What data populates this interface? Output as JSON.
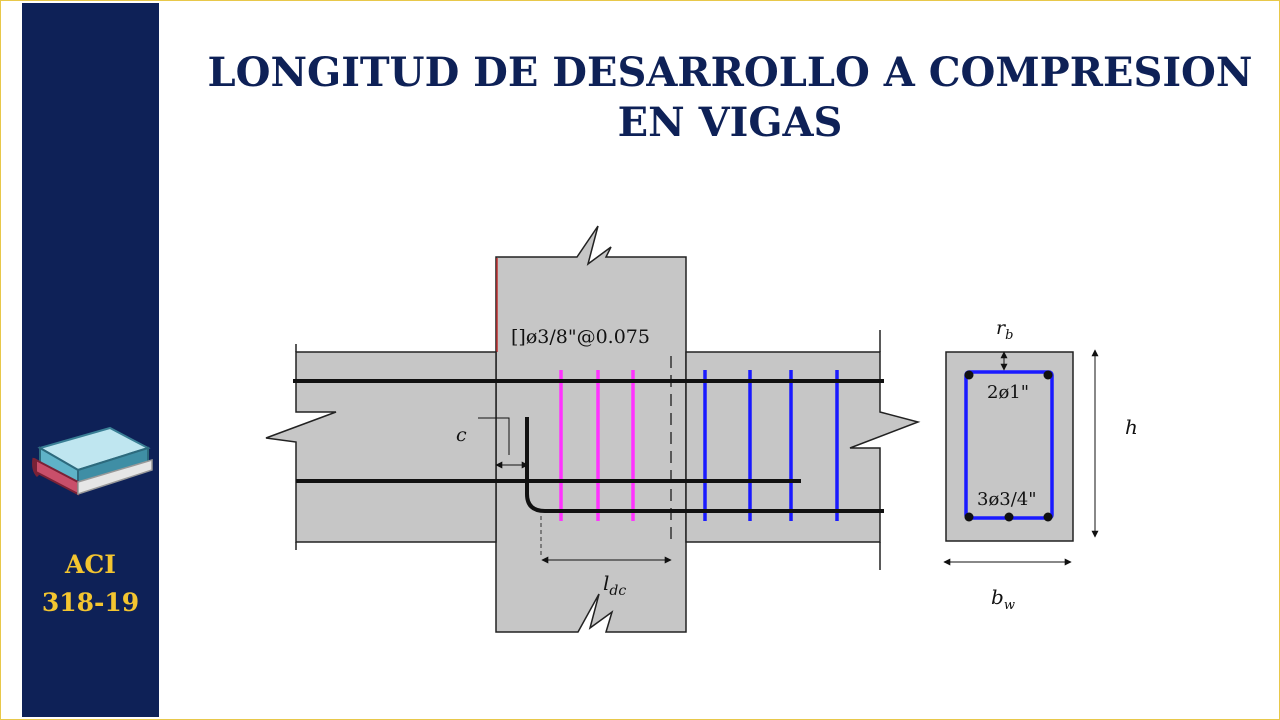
{
  "title": {
    "line1": "LONGITUD DE DESARROLLO A COMPRESION",
    "line2": "EN VIGAS"
  },
  "sidebar": {
    "icon": "book-icon",
    "label_line1": "ACI",
    "label_line2": "318-19"
  },
  "beam_elevation": {
    "stirrup_label": "[]ø3/8\"@0.075",
    "cover_label": "c",
    "development_length_label": "l",
    "development_length_sub": "dc"
  },
  "cross_section": {
    "cover_label": "r",
    "cover_sub": "b",
    "top_bars": "2ø1\"",
    "bottom_bars": "3ø3/4\"",
    "height_label": "h",
    "width_label": "b",
    "width_sub": "w"
  },
  "colors": {
    "navy": "#0e2157",
    "gold": "#f3c530",
    "concrete": "#c6c6c6",
    "stirrup_magenta": "#ff33ff",
    "stirrup_blue": "#1a1aff"
  }
}
